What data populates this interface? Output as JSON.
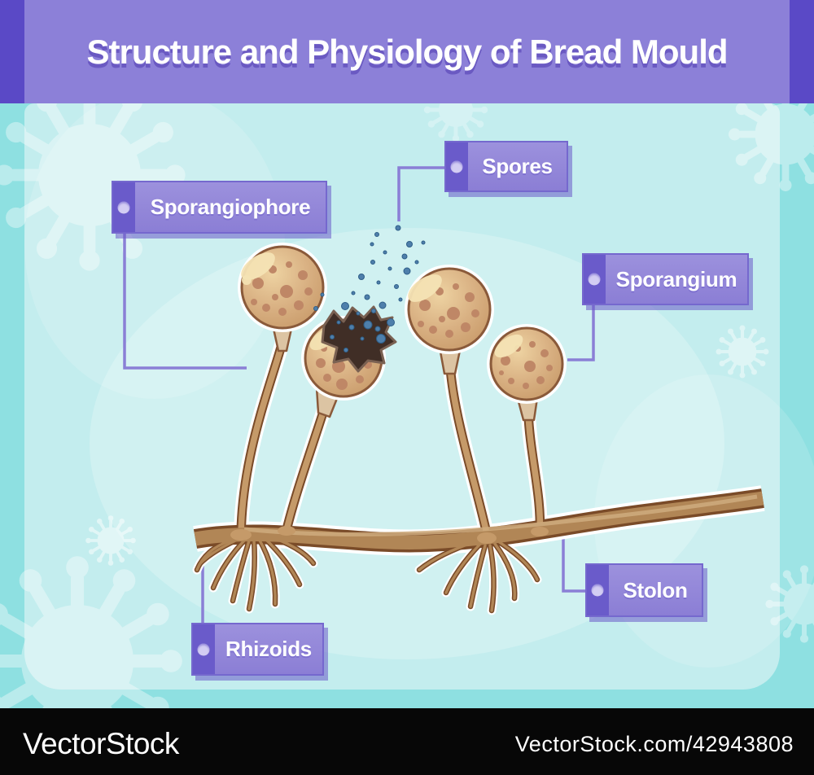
{
  "header": {
    "title": "Structure and Physiology of Bread Mould",
    "banner_color": "#8c80d8",
    "accent_color": "#5a49c6",
    "title_color": "#ffffff"
  },
  "labels": [
    {
      "id": "sporangiophore",
      "text": "Sporangiophore"
    },
    {
      "id": "spores",
      "text": "Spores"
    },
    {
      "id": "sporangium",
      "text": "Sporangium"
    },
    {
      "id": "stolon",
      "text": "Stolon"
    },
    {
      "id": "rhizoids",
      "text": "Rhizoids"
    }
  ],
  "diagram": {
    "subject": "bread mould (Rhizopus)",
    "parts_shown": [
      "sporangiophore",
      "spores",
      "sporangium",
      "stolon",
      "rhizoids"
    ],
    "label_box_color": "#8b7ed5",
    "label_strip_color": "#6a5bca",
    "connector_color": "#8a7fd6",
    "background_outer": "#8ee0e1",
    "background_panel": "#c3edee",
    "mould_body_color": "#c59a69",
    "mould_outline_color": "#7a4b28",
    "spore_dot_color": "#4e7fab"
  },
  "watermark": {
    "logo": "VectorStock",
    "url": "VectorStock.com/42943808",
    "bar_color": "#070707"
  }
}
